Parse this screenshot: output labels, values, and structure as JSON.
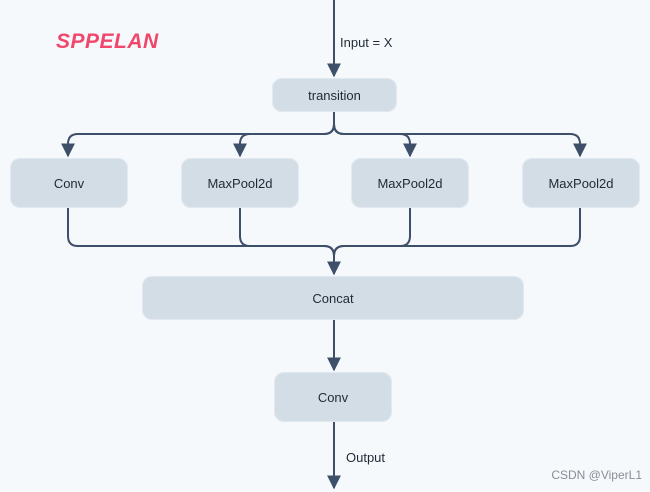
{
  "title": "SPPELAN",
  "labels": {
    "input": "Input = X",
    "output": "Output"
  },
  "nodes": {
    "transition": "transition",
    "branch_conv": "Conv",
    "maxpool_1": "MaxPool2d",
    "maxpool_2": "MaxPool2d",
    "maxpool_3": "MaxPool2d",
    "concat": "Concat",
    "final_conv": "Conv"
  },
  "watermark": "CSDN @ViperL1",
  "colors": {
    "title": "#f0476b",
    "node_fill": "#d3dde6",
    "edge": "#3d4f69",
    "background": "#f6f9fc"
  }
}
